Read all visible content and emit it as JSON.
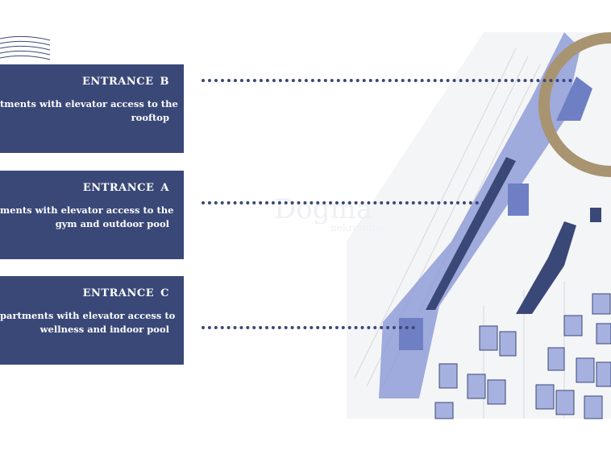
{
  "entrances": [
    {
      "title": "ENTRANCE  B",
      "line1": "tments with elevator access to the",
      "line2": "rooftop"
    },
    {
      "title": "ENTRANCE  A",
      "line1": "ments with elevator access to  the",
      "line2": "gym and outdoor pool"
    },
    {
      "title": "ENTRANCE  C",
      "line1": "partments with elevator access to",
      "line2": "wellness and indoor pool"
    }
  ],
  "watermark": {
    "brand": "Dogma",
    "sub": "nekretnine"
  },
  "colors": {
    "box": "#3a4878",
    "building": "#3a4878",
    "highlight": "#8a97d6",
    "ring": "#a89470"
  }
}
